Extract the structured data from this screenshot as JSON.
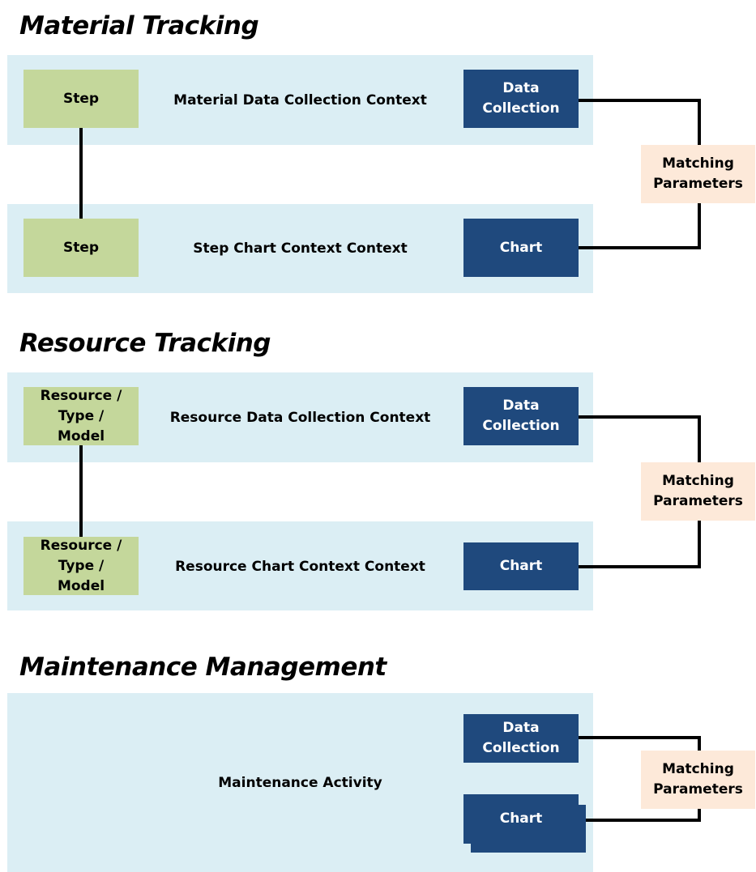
{
  "sections": [
    {
      "title": "Material Tracking",
      "top_box": "Step",
      "bottom_box": "Step",
      "top_context": "Material Data Collection Context",
      "bottom_context": "Step Chart Context Context",
      "data_collection": "Data Collection",
      "chart": "Chart",
      "matching": "Matching Parameters"
    },
    {
      "title": "Resource Tracking",
      "top_box": "Resource / Type / Model",
      "bottom_box": "Resource / Type / Model",
      "top_context": "Resource Data Collection Context",
      "bottom_context": "Resource Chart Context Context",
      "data_collection": "Data Collection",
      "chart": "Chart",
      "matching": "Matching Parameters"
    },
    {
      "title": "Maintenance Management",
      "context": "Maintenance Activity",
      "data_collection": "Data Collection",
      "chart": "Chart",
      "matching": "Matching Parameters"
    }
  ],
  "colors": {
    "panel": "#dbeef4",
    "green": "#c4d79b",
    "blue": "#1f497d",
    "peach": "#fde9d9"
  }
}
